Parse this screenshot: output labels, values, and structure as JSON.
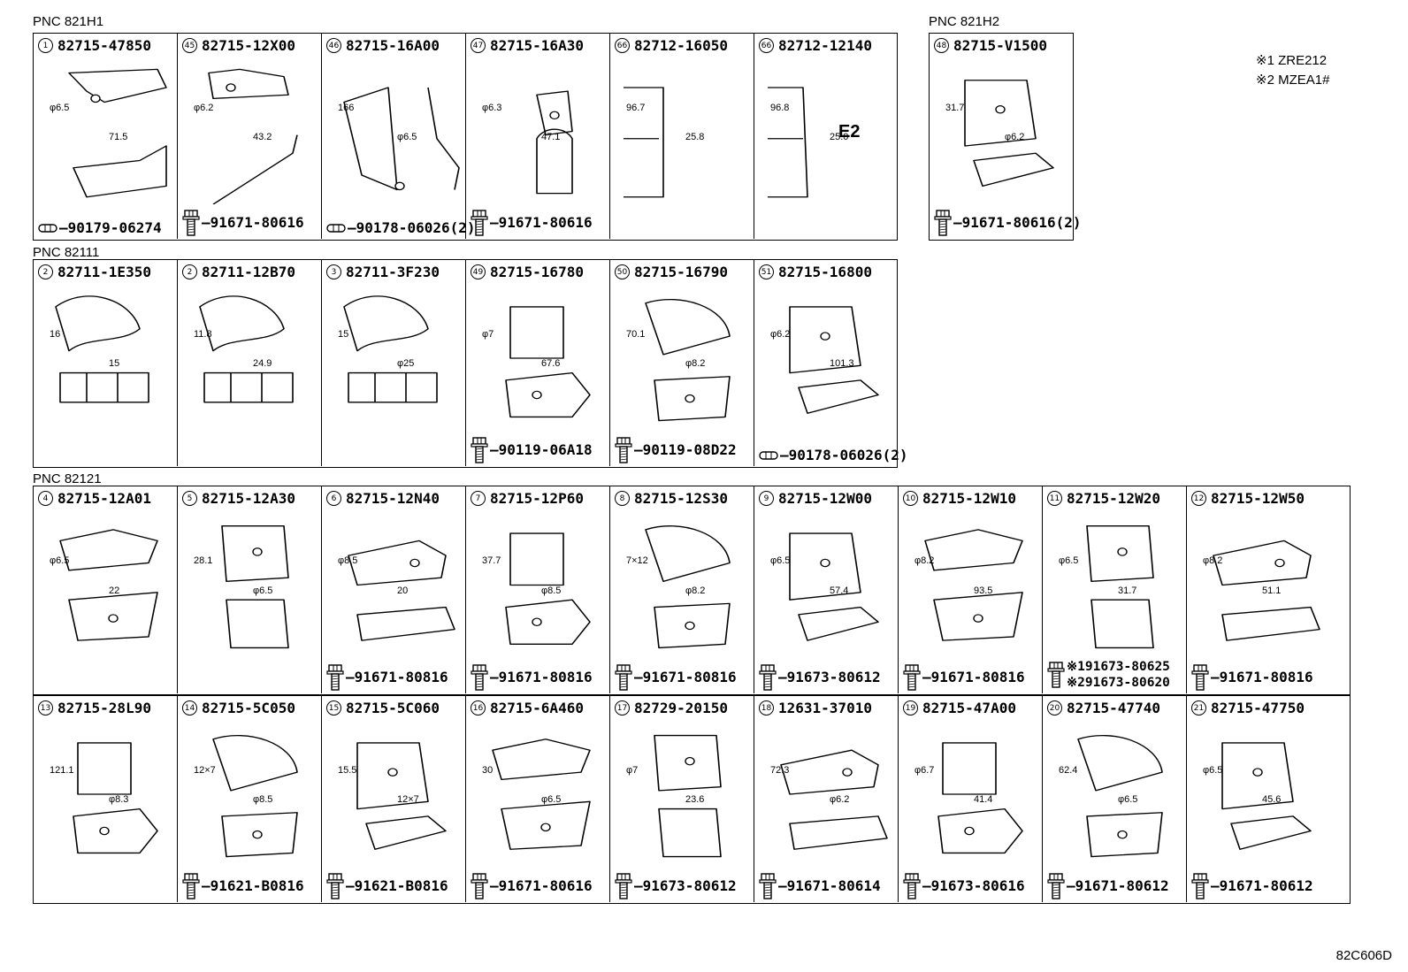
{
  "groups": [
    {
      "pnc": "PNC 821H1",
      "cells": [
        {
          "num": "1",
          "part": "82715-47850",
          "bolt": [
            "90179-06274"
          ],
          "dims": [
            "φ6.5",
            "71.5"
          ],
          "type": "bush"
        },
        {
          "num": "45",
          "part": "82715-12X00",
          "bolt": [
            "91671-80616"
          ],
          "dims": [
            "φ6.2",
            "43.2"
          ],
          "type": "bolt"
        },
        {
          "num": "46",
          "part": "82715-16A00",
          "bolt": [
            "90178-06026(2)"
          ],
          "dims": [
            "166",
            "φ6.5"
          ],
          "type": "bush"
        },
        {
          "num": "47",
          "part": "82715-16A30",
          "bolt": [
            "91671-80616"
          ],
          "dims": [
            "φ6.3",
            "47.1"
          ],
          "type": "bolt"
        },
        {
          "num": "66",
          "part": "82712-16050",
          "bolt": [],
          "dims": [
            "96.7",
            "25.8"
          ],
          "type": "none"
        },
        {
          "num": "66",
          "part": "82712-12140",
          "bolt": [],
          "dims": [
            "96.8",
            "25.0",
            "E2"
          ],
          "type": "none"
        }
      ]
    },
    {
      "pnc": "PNC 821H2",
      "cells": [
        {
          "num": "48",
          "part": "82715-V1500",
          "bolt": [
            "91671-80616(2)"
          ],
          "dims": [
            "31.7",
            "φ6.2"
          ],
          "type": "bolt"
        }
      ]
    },
    {
      "pnc": "PNC 82111",
      "cells": [
        {
          "num": "2",
          "part": "82711-1E350",
          "bolt": [],
          "dims": [
            "16",
            "15"
          ],
          "type": "none"
        },
        {
          "num": "2",
          "part": "82711-12B70",
          "bolt": [],
          "dims": [
            "11.8",
            "24.9"
          ],
          "type": "none"
        },
        {
          "num": "3",
          "part": "82711-3F230",
          "bolt": [],
          "dims": [
            "15",
            "φ25"
          ],
          "type": "none"
        },
        {
          "num": "49",
          "part": "82715-16780",
          "bolt": [
            "90119-06A18"
          ],
          "dims": [
            "φ7",
            "67.6"
          ],
          "type": "bolt"
        },
        {
          "num": "50",
          "part": "82715-16790",
          "bolt": [
            "90119-08D22"
          ],
          "dims": [
            "70.1",
            "φ8.2"
          ],
          "type": "bolt"
        },
        {
          "num": "51",
          "part": "82715-16800",
          "bolt": [
            "90178-06026(2)"
          ],
          "dims": [
            "φ6.2",
            "101.3"
          ],
          "type": "bush"
        }
      ]
    },
    {
      "pnc": "PNC 82121",
      "cells": [
        {
          "num": "4",
          "part": "82715-12A01",
          "bolt": [],
          "dims": [
            "φ6.5",
            "22"
          ],
          "type": "none"
        },
        {
          "num": "5",
          "part": "82715-12A30",
          "bolt": [],
          "dims": [
            "28.1",
            "φ6.5"
          ],
          "type": "none"
        },
        {
          "num": "6",
          "part": "82715-12N40",
          "bolt": [
            "91671-80816"
          ],
          "dims": [
            "φ8.5",
            "20"
          ],
          "type": "bolt"
        },
        {
          "num": "7",
          "part": "82715-12P60",
          "bolt": [
            "91671-80816"
          ],
          "dims": [
            "37.7",
            "φ8.5"
          ],
          "type": "bolt"
        },
        {
          "num": "8",
          "part": "82715-12S30",
          "bolt": [
            "91671-80816"
          ],
          "dims": [
            "7×12",
            "φ8.2"
          ],
          "type": "bolt"
        },
        {
          "num": "9",
          "part": "82715-12W00",
          "bolt": [
            "91673-80612"
          ],
          "dims": [
            "φ6.5",
            "57.4"
          ],
          "type": "bolt"
        },
        {
          "num": "10",
          "part": "82715-12W10",
          "bolt": [
            "91671-80816"
          ],
          "dims": [
            "φ8.2",
            "93.5"
          ],
          "type": "bolt"
        },
        {
          "num": "11",
          "part": "82715-12W20",
          "bolt": [
            "※191673-80625",
            "※291673-80620"
          ],
          "dims": [
            "φ6.5",
            "31.7"
          ],
          "type": "bolt2"
        },
        {
          "num": "12",
          "part": "82715-12W50",
          "bolt": [
            "91671-80816"
          ],
          "dims": [
            "φ8.2",
            "51.1"
          ],
          "type": "bolt"
        },
        {
          "num": "13",
          "part": "82715-28L90",
          "bolt": [],
          "dims": [
            "121.1",
            "φ8.3"
          ],
          "type": "none"
        },
        {
          "num": "14",
          "part": "82715-5C050",
          "bolt": [
            "91621-B0816"
          ],
          "dims": [
            "12×7",
            "φ8.5"
          ],
          "type": "bolt"
        },
        {
          "num": "15",
          "part": "82715-5C060",
          "bolt": [
            "91621-B0816"
          ],
          "dims": [
            "15.5",
            "12×7"
          ],
          "type": "bolt"
        },
        {
          "num": "16",
          "part": "82715-6A460",
          "bolt": [
            "91671-80616"
          ],
          "dims": [
            "30",
            "φ6.5"
          ],
          "type": "bolt"
        },
        {
          "num": "17",
          "part": "82729-20150",
          "bolt": [
            "91673-80612"
          ],
          "dims": [
            "φ7",
            "23.6"
          ],
          "type": "bolt"
        },
        {
          "num": "18",
          "part": "12631-37010",
          "bolt": [
            "91671-80614"
          ],
          "dims": [
            "72.3",
            "φ6.2"
          ],
          "type": "bolt"
        },
        {
          "num": "19",
          "part": "82715-47A00",
          "bolt": [
            "91673-80616"
          ],
          "dims": [
            "φ6.7",
            "41.4"
          ],
          "type": "bolt"
        },
        {
          "num": "20",
          "part": "82715-47740",
          "bolt": [
            "91671-80612"
          ],
          "dims": [
            "62.4",
            "φ6.5"
          ],
          "type": "bolt"
        },
        {
          "num": "21",
          "part": "82715-47750",
          "bolt": [
            "91671-80612"
          ],
          "dims": [
            "φ6.5",
            "45.6"
          ],
          "type": "bolt"
        }
      ]
    }
  ],
  "notes": [
    "※1 ZRE212",
    "※2 MZEA1#"
  ],
  "diagram_code": "82C606D"
}
